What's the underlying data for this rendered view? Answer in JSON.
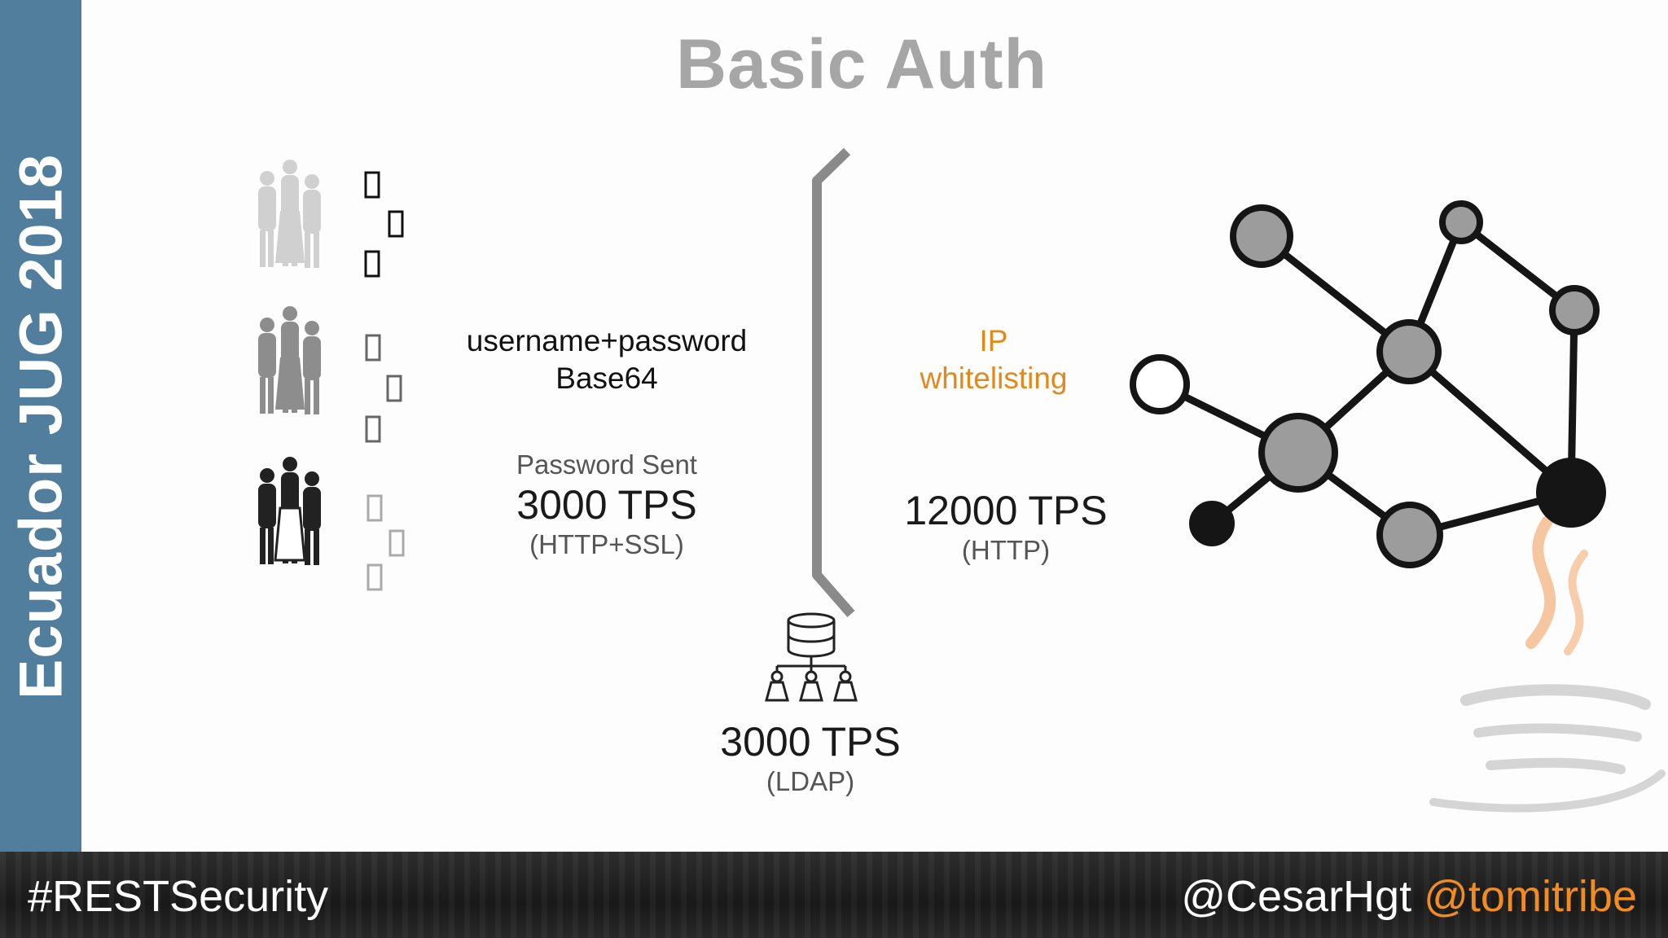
{
  "slide": {
    "title": "Basic Auth",
    "sidebar_text": "Ecuador JUG 2018"
  },
  "client": {
    "credential_label_1": "username+password",
    "credential_label_2": "Base64",
    "sent_label": "Password Sent",
    "tps": "3000 TPS",
    "protocol": "(HTTP+SSL)"
  },
  "server": {
    "label_1": "IP",
    "label_2": "whitelisting",
    "tps": "12000 TPS",
    "protocol": "(HTTP)"
  },
  "directory": {
    "tps": "3000 TPS",
    "protocol": "(LDAP)"
  },
  "footer": {
    "hashtag": "#RESTSecurity",
    "handle_1": "@CesarHgt",
    "handle_2": "@tomitribe"
  },
  "icons": [
    "family-group-icon",
    "lock-glyph-icon",
    "database-icon",
    "network-graph-icon",
    "java-logo-icon"
  ],
  "colors": {
    "sidebar": "#517e9d",
    "accent_orange": "#e08a1e",
    "title_gray": "#a6a6a6"
  }
}
